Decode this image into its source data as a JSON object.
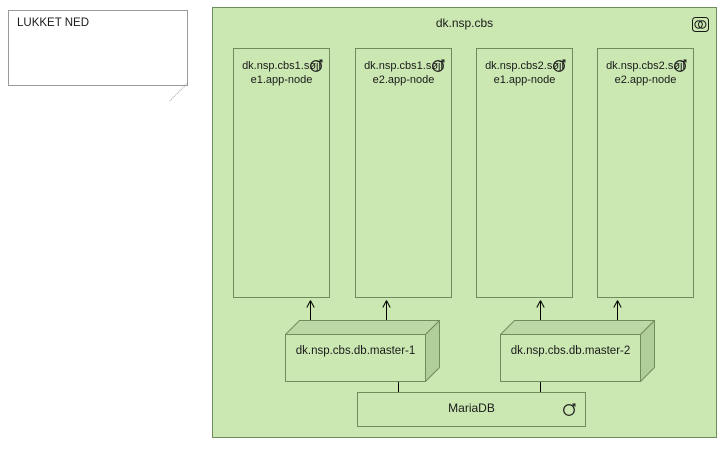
{
  "note": {
    "text": "LUKKET NED",
    "name": "shutdown-note"
  },
  "group": {
    "title": "dk.nsp.cbs",
    "icon": "grouping-icon"
  },
  "app_nodes": [
    {
      "label": "dk.nsp.cbs1.søjle1.app-node",
      "icon": "node-icon"
    },
    {
      "label": "dk.nsp.cbs1.søjle2.app-node",
      "icon": "node-icon"
    },
    {
      "label": "dk.nsp.cbs2.søjle1.app-node",
      "icon": "node-icon"
    },
    {
      "label": "dk.nsp.cbs2.søjle2.app-node",
      "icon": "node-icon"
    }
  ],
  "db_nodes": [
    {
      "label": "dk.nsp.cbs.db.master-1"
    },
    {
      "label": "dk.nsp.cbs.db.master-2"
    }
  ],
  "database": {
    "label": "MariaDB",
    "icon": "node-icon"
  },
  "colors": {
    "group_fill": "#cbe8b2",
    "node_fill": "#cbe8b2",
    "node_top_fill": "#bcd9a5",
    "node_side_fill": "#b0ce97",
    "border": "#6f8d5c",
    "note_border": "#9a9a9a",
    "note_fill": "#ffffff",
    "connector": "#000000",
    "text": "#1a1a1a",
    "canvas": "#ffffff"
  }
}
